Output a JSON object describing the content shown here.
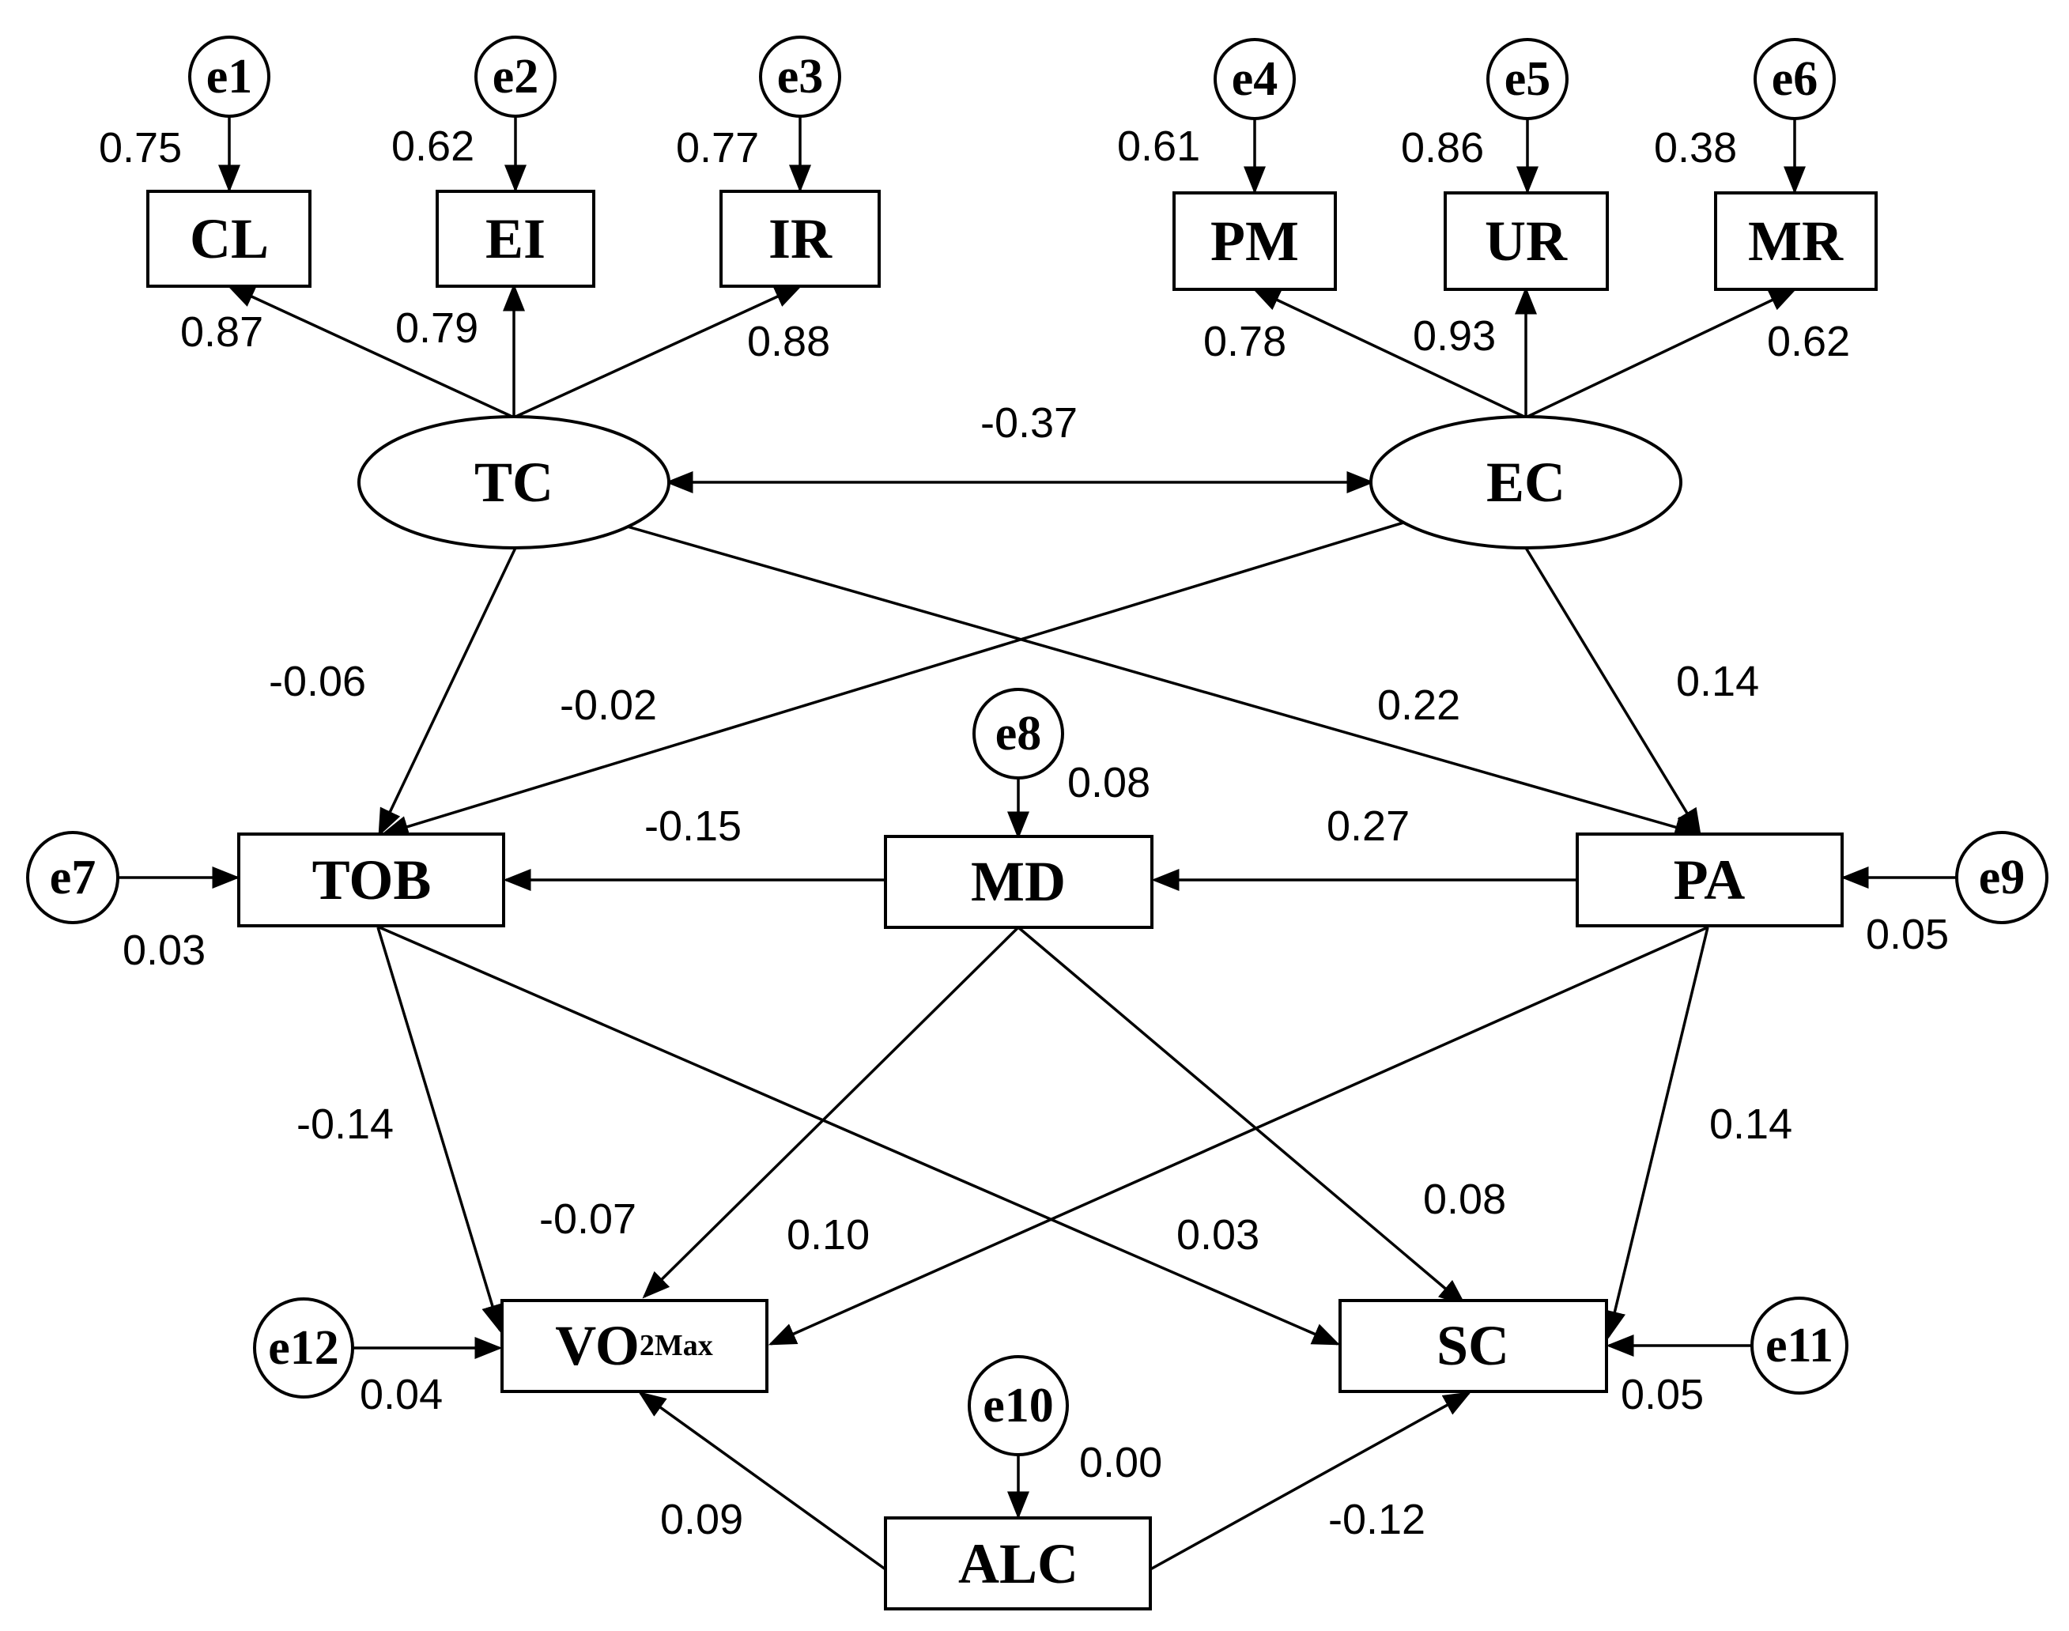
{
  "nodes": {
    "CL": "CL",
    "EI": "EI",
    "IR": "IR",
    "PM": "PM",
    "UR": "UR",
    "MR": "MR",
    "TC": "TC",
    "EC": "EC",
    "TOB": "TOB",
    "MD": "MD",
    "PA": "PA",
    "VO2": {
      "main": "VO",
      "sub": "2Max"
    },
    "SC": "SC",
    "ALC": "ALC"
  },
  "errors": {
    "e1": "e1",
    "e2": "e2",
    "e3": "e3",
    "e4": "e4",
    "e5": "e5",
    "e6": "e6",
    "e7": "e7",
    "e8": "e8",
    "e9": "e9",
    "e10": "e10",
    "e11": "e11",
    "e12": "e12"
  },
  "coefficients": {
    "e1_CL": "0.75",
    "e2_EI": "0.62",
    "e3_IR": "0.77",
    "e4_PM": "0.61",
    "e5_UR": "0.86",
    "e6_MR": "0.38",
    "TC_CL": "0.87",
    "TC_EI": "0.79",
    "TC_IR": "0.88",
    "EC_PM": "0.78",
    "EC_UR": "0.93",
    "EC_MR": "0.62",
    "TC_EC": "-0.37",
    "TC_TOB": "-0.06",
    "EC_TOB": "-0.02",
    "TC_PA": "0.22",
    "EC_PA": "0.14",
    "e8_MD": "0.08",
    "MD_TOB": "-0.15",
    "PA_MD": "0.27",
    "e7_TOB": "0.03",
    "e9_PA": "0.05",
    "TOB_VO2": "-0.14",
    "MD_VO2": "-0.07",
    "PA_VO2": "0.10",
    "TOB_SC": "0.03",
    "MD_SC": "0.08",
    "PA_SC": "0.14",
    "e12_VO2": "0.04",
    "e11_SC": "0.05",
    "e10_ALC": "0.00",
    "ALC_VO2": "0.09",
    "ALC_SC": "-0.12"
  }
}
